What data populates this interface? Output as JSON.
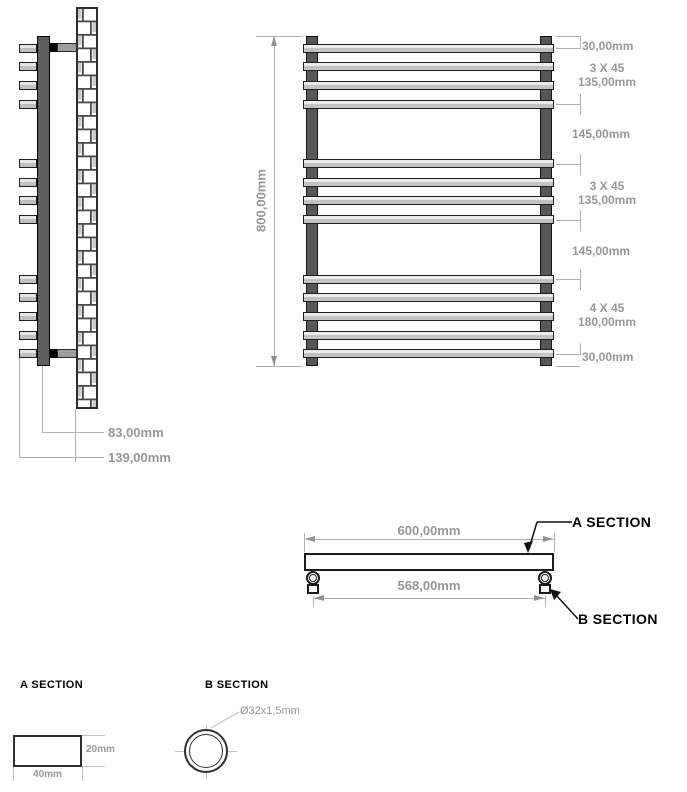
{
  "drawing": {
    "front_view": {
      "height_label": "800,00mm",
      "dims": {
        "top_offset": "30,00mm",
        "group1_count": "3 X 45",
        "group1_span": "135,00mm",
        "gap1": "145,00mm",
        "group2_count": "3 X 45",
        "group2_span": "135,00mm",
        "gap2": "145,00mm",
        "group3_count": "4 X 45",
        "group3_span": "180,00mm",
        "bottom_offset": "30,00mm"
      }
    },
    "side_view": {
      "depth_to_pipe": "83,00mm",
      "depth_total": "139,00mm"
    },
    "top_view": {
      "width_label": "600,00mm",
      "centers_label": "568,00mm",
      "callout_a": "A SECTION",
      "callout_b": "B SECTION"
    },
    "section_a": {
      "title": "A SECTION",
      "height_label": "20mm",
      "width_label": "40mm"
    },
    "section_b": {
      "title": "B SECTION",
      "tube_label": "Ø32x1,5mm"
    }
  }
}
